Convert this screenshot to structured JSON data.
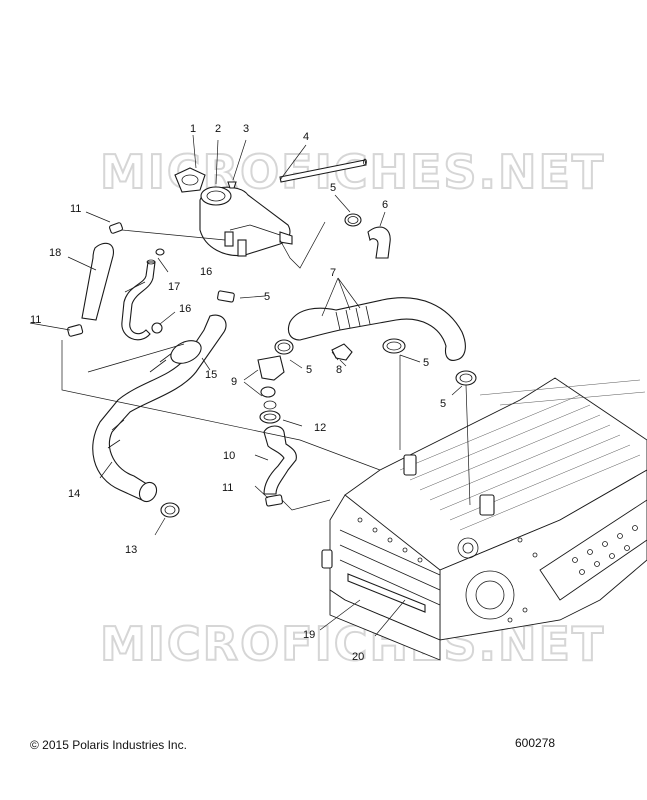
{
  "watermark": "MICROFICHES.NET",
  "footer": {
    "copyright": "© 2015 Polaris Industries Inc.",
    "figure_number": "600278"
  },
  "callouts": [
    "1",
    "2",
    "3",
    "4",
    "5",
    "6",
    "5",
    "11",
    "18",
    "16",
    "17",
    "16",
    "11",
    "15",
    "7",
    "5",
    "8",
    "9",
    "5",
    "5",
    "12",
    "10",
    "11",
    "14",
    "13",
    "19",
    "20"
  ]
}
